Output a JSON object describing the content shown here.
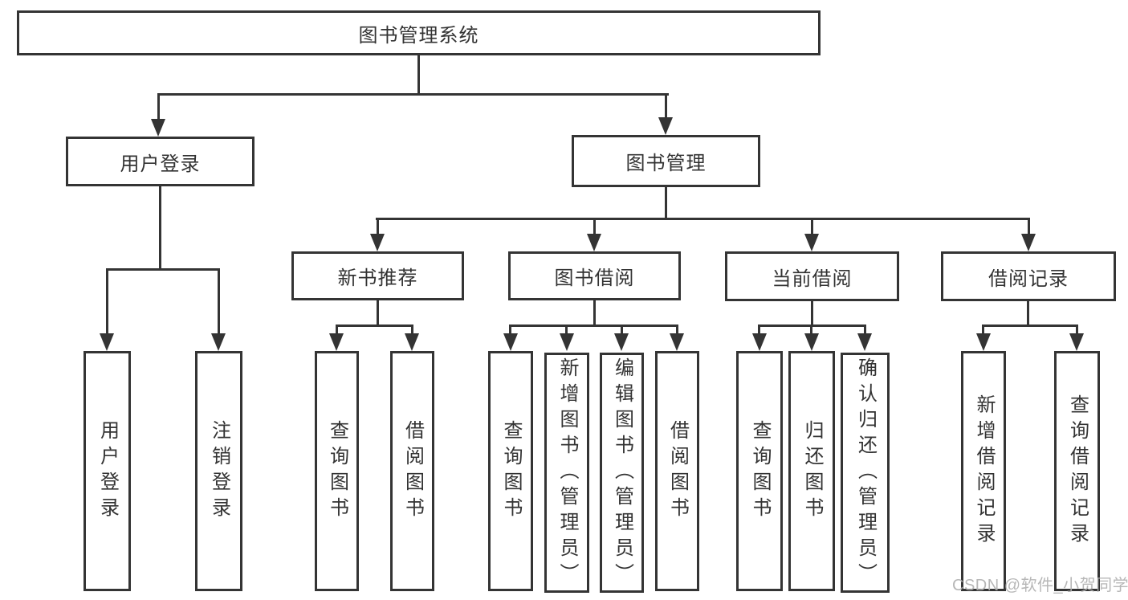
{
  "diagram": {
    "root": "图书管理系统",
    "level2": {
      "user_login": "用户登录",
      "book_mgmt": "图书管理"
    },
    "level3": {
      "new_rec": "新书推荐",
      "borrow": "图书借阅",
      "current": "当前借阅",
      "record": "借阅记录"
    },
    "leaves": {
      "user_login": "用户登录",
      "logout": "注销登录",
      "rec_query": "查询图书",
      "rec_borrow": "借阅图书",
      "borrow_query": "查询图书",
      "borrow_add": "新增图书（管理员）",
      "borrow_edit": "编辑图书（管理员）",
      "borrow_borrow": "借阅图书",
      "cur_query": "查询图书",
      "cur_return": "归还图书",
      "cur_confirm": "确认归还（管理员）",
      "record_add": "新增借阅记录",
      "record_query": "查询借阅记录"
    },
    "watermark": "CSDN @软件_小贺同学",
    "colors": {
      "line": "#343434",
      "text": "#333333",
      "background": "#ffffff",
      "watermark": "#afafaf"
    }
  }
}
